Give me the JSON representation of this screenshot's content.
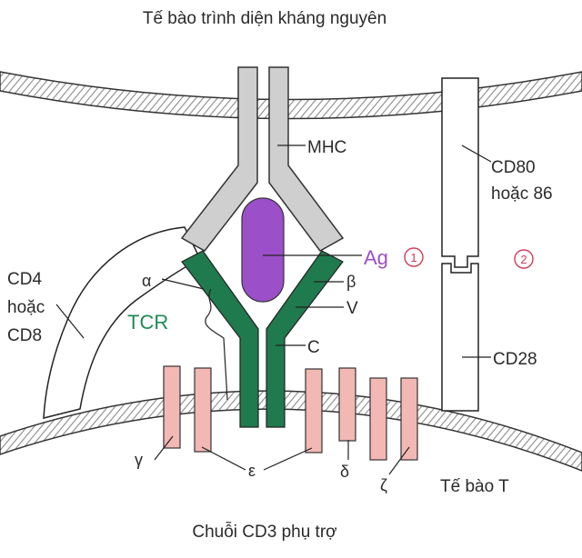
{
  "title": "Tế bào trình diện kháng nguyên",
  "labels": {
    "mhc": "MHC",
    "ag": "Ag",
    "marker_1": "1",
    "marker_2": "2",
    "cd80_line1": "CD80",
    "cd80_line2": "hoặc 86",
    "cd28": "CD28",
    "cd4_line1": "CD4",
    "cd4_line2": "hoặc",
    "cd4_line3": "CD8",
    "tcr": "TCR",
    "alpha": "α",
    "beta": "β",
    "v": "V",
    "c": "C",
    "gamma": "γ",
    "epsilon": "ε",
    "delta": "δ",
    "zeta": "ζ",
    "t_cell": "Tế bào T",
    "cd3_caption": "Chuỗi CD3 phụ trợ"
  },
  "colors": {
    "mhc_fill": "#cfcfcf",
    "tcr_green": "#1f7a4d",
    "tcr_label": "#1f8a57",
    "antigen": "#9b4fc9",
    "cd3_pink": "#f2b8b4",
    "marker_pink": "#d23a5a",
    "membrane_stripe": "#9a9a9a"
  }
}
